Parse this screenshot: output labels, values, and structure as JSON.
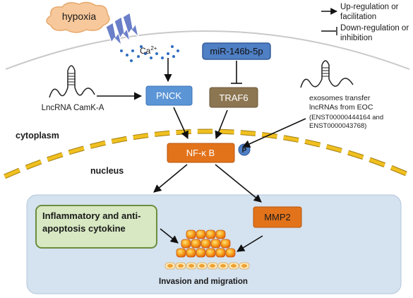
{
  "hypoxia": "hypoxia",
  "calcium": {
    "base": "Ca",
    "sup": "2+"
  },
  "mirna": "miR-146b-5p",
  "lncrna_camk": "LncRNA CamK-A",
  "pnck": "PNCK",
  "traf6": "TRAF6",
  "exosome_text": [
    "exosomes transfer",
    "lncRNAs from EOC",
    "(ENST00000444164 and",
    "ENST0000043768)"
  ],
  "cytoplasm": "cytoplasm",
  "nfkb": "NF-κ B",
  "phospho": "P",
  "nucleus": "nucleus",
  "cytokine": [
    "Inflammatory and anti-",
    "apoptosis cytokine"
  ],
  "mmp2": "MMP2",
  "invasion": "Invasion and migration",
  "legend": {
    "up": [
      "Up-regulation or",
      "facilitation"
    ],
    "down": [
      "Down-regulation or",
      "inhibition"
    ]
  },
  "colors": {
    "pnck": "#5b95d6",
    "traf6": "#8c7651",
    "nfkb": "#e2731b",
    "mirna": "#4f7fc4",
    "nucleus_bg": "#d5e2ef",
    "cytokine_bg": "#d7e8c2",
    "membrane_seg": "#f0c020"
  }
}
